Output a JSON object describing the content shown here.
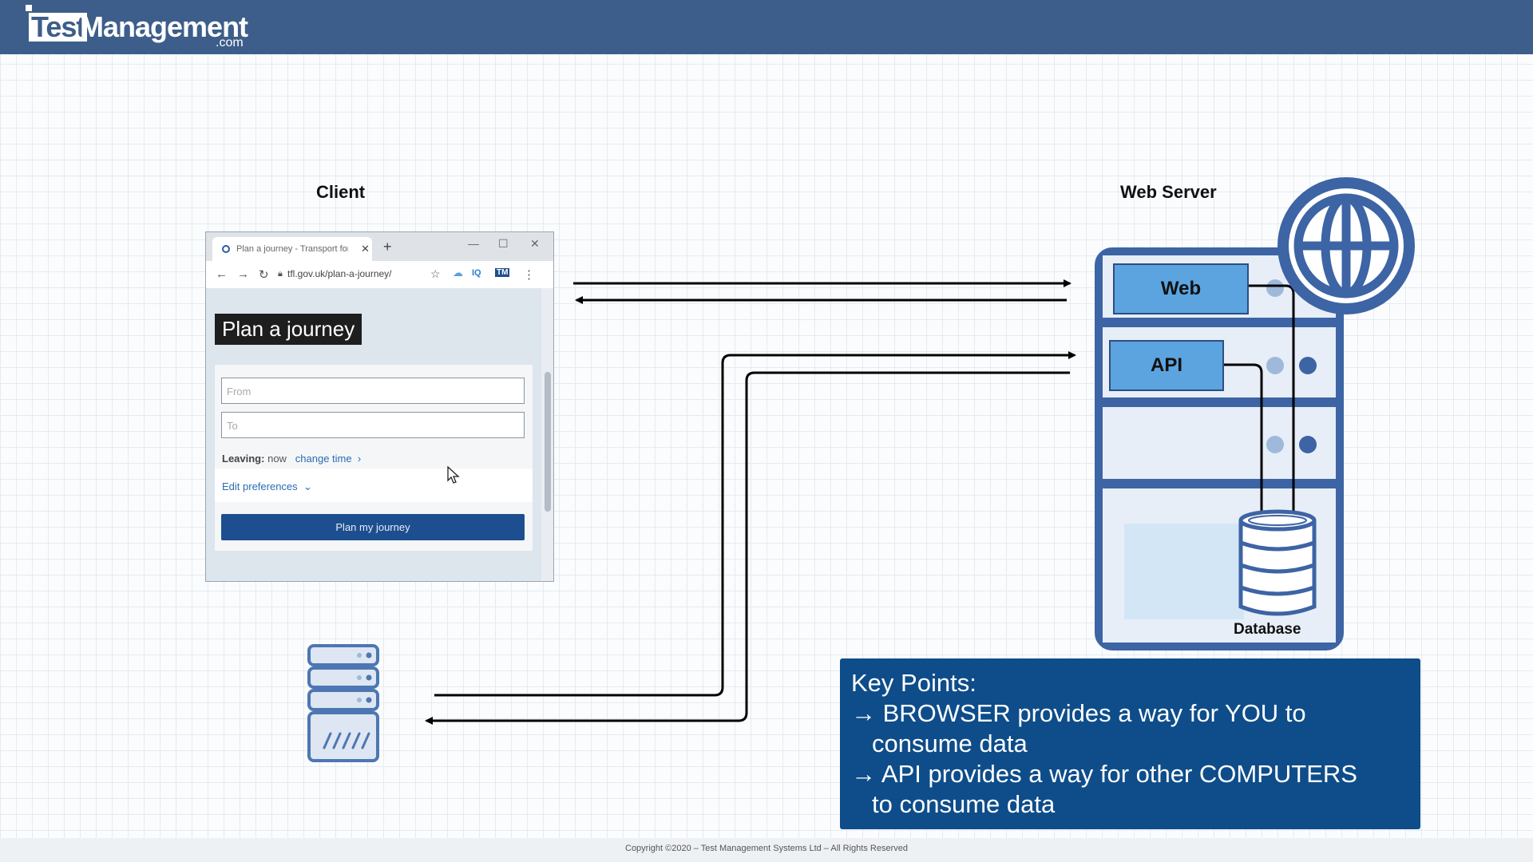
{
  "header": {
    "logo_test": "Test",
    "logo_management": "Management",
    "logo_dotcom": ".com",
    "color": "#3d5e8a"
  },
  "labels": {
    "client": "Client",
    "web_server": "Web Server",
    "web": "Web",
    "api": "API",
    "database": "Database"
  },
  "browser": {
    "tab_title": "Plan a journey - Transport for Lo",
    "url": "tfl.gov.uk/plan-a-journey/",
    "page_title": "Plan a journey",
    "from_placeholder": "From",
    "to_placeholder": "To",
    "leaving_label": "Leaving:",
    "leaving_value": "now",
    "change_time": "change time",
    "edit_preferences": "Edit preferences",
    "submit": "Plan my journey",
    "icons": [
      "back-icon",
      "forward-icon",
      "reload-icon",
      "lock-icon",
      "star-icon",
      "cloud-icon",
      "extension-icon",
      "menu-icon"
    ]
  },
  "key_points": {
    "heading": "Key Points:",
    "lines": [
      "→ BROWSER provides a way for YOU to",
      "consume data",
      "→ API provides a way for other COMPUTERS",
      "to consume data"
    ]
  },
  "footer": "Copyright ©2020 – Test Management Systems Ltd – All Rights Reserved",
  "colors": {
    "server_blue": "#3d64a4",
    "node_blue": "#5ba4e0",
    "keypoints_bg": "#0e4d8a"
  }
}
